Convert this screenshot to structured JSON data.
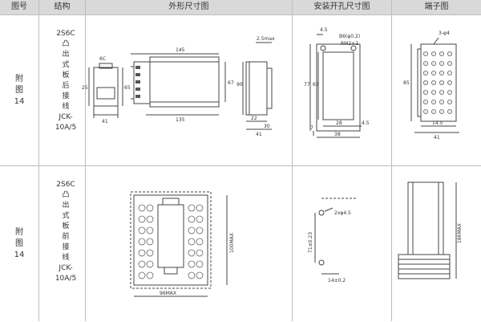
{
  "headers": {
    "fig_no": "图号",
    "structure": "结构",
    "outline": "外形尺寸图",
    "mounting": "安装开孔尺寸图",
    "terminal": "端子图"
  },
  "row1": {
    "fig_no": "附\n图\n14",
    "structure": "2S6C\n凸\n出\n式\n板\n后\n接\n线\nJCK-\n10A/5",
    "outline": {
      "d_6c": "6C",
      "d_25": "25",
      "d_65": "65",
      "d_41": "41",
      "d_145": "145",
      "d_135": "135",
      "d_67": "67",
      "d_2_5max": "2.5max",
      "d_90": "90",
      "d_22": "22",
      "d_30": "30",
      "d_41b": "41"
    },
    "mounting": {
      "d_4_5a": "4.5",
      "d_b6": "B6(φ0.2)",
      "d_rm": "RM2×2",
      "d_77": "77",
      "d_63": "63",
      "d_7": "7",
      "d_28": "28",
      "d_4_5b": "4.5",
      "d_38": "38"
    },
    "terminal": {
      "d_3phi4": "3-φ4",
      "d_85": "85",
      "d_14_5": "14.5",
      "d_41": "41"
    }
  },
  "row2": {
    "fig_no": "附\n图\n14",
    "structure": "2S6C\n凸\n出\n式\n板\n前\n接\n线\nJCK-\n10A/5",
    "outline": {
      "d_100max": "100MAX",
      "d_96max": "96MAX"
    },
    "mounting": {
      "d_phi45": "2xφ4.5",
      "d_71": "71±0.23",
      "d_14": "14±0.2"
    },
    "terminal": {
      "d_186max": "186MAX"
    }
  }
}
